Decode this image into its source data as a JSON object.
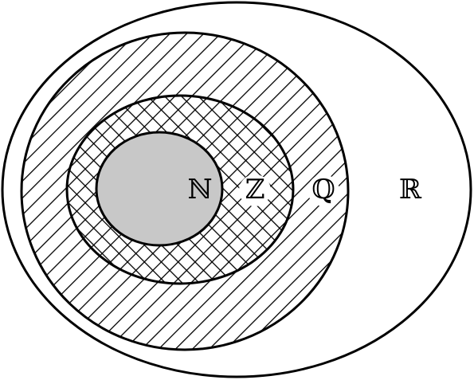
{
  "diagram": {
    "type": "nested-euler-sets",
    "sets": [
      {
        "id": "R",
        "label": "ℝ",
        "fill": "none"
      },
      {
        "id": "Q",
        "label": "ℚ",
        "fill": "diagonal-hatch"
      },
      {
        "id": "Z",
        "label": "ℤ",
        "fill": "cross-hatch"
      },
      {
        "id": "N",
        "label": "ℕ",
        "fill": "gray"
      }
    ],
    "colors": {
      "stroke": "#000000",
      "background": "#ffffff",
      "n_fill": "#c8c8c8",
      "hatch": "#000000"
    }
  }
}
